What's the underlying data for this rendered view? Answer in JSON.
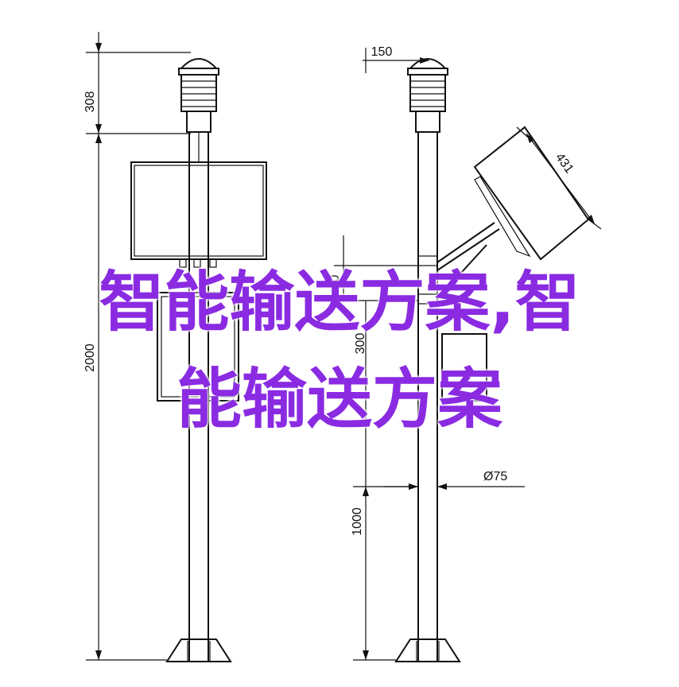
{
  "overlay": {
    "line1": "智能输送方案,智",
    "line2": "能输送方案"
  },
  "dimensions": {
    "left_top": "308",
    "left_total": "2000",
    "right_top": "150",
    "panel_size": "431",
    "arm_gap": "0",
    "arm_span": "300",
    "pole_diameter": "Ø75",
    "pole_lower": "1000"
  },
  "colors": {
    "overlay_text": "#8a2be2",
    "line": "#111111",
    "background": "#ffffff"
  }
}
